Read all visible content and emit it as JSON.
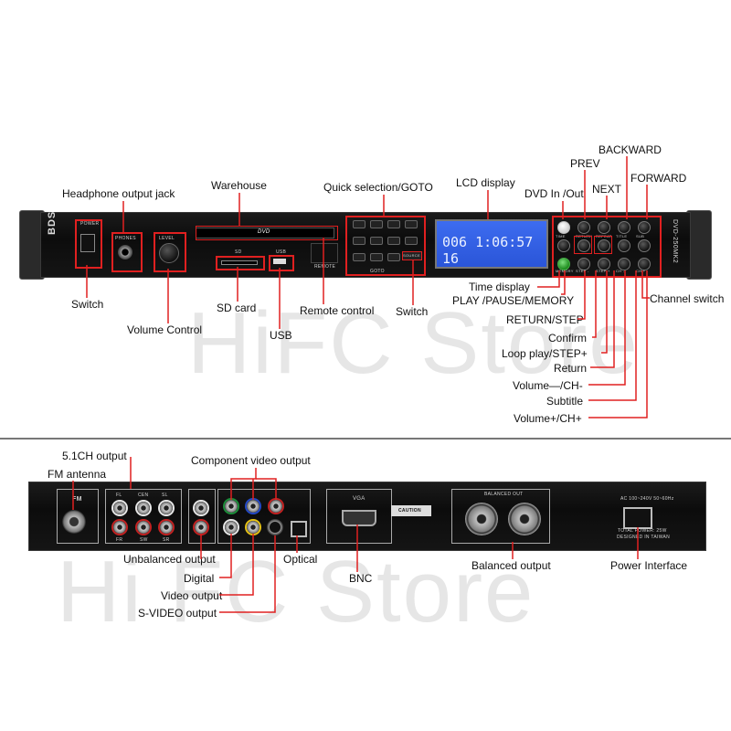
{
  "watermark": {
    "top": "HiFC Store",
    "bottom": "Hi FC Store"
  },
  "device": {
    "brand": "BDS",
    "model": "DVD-250MK2",
    "lcd_text": "006 1:06:57 16",
    "disc_label": "DVD"
  },
  "front_labels": {
    "headphone": "Headphone output jack",
    "warehouse": "Warehouse",
    "quick": "Quick selection/GOTO",
    "lcd": "LCD display",
    "dvd_in_out": "DVD In /Out",
    "prev": "PREV",
    "next": "NEXT",
    "backward": "BACKWARD",
    "forward": "FORWARD",
    "switch": "Switch",
    "volume_control": "Volume Control",
    "sd_card": "SD card",
    "usb": "USB",
    "remote": "Remote control",
    "switch2": "Switch",
    "time_display": "Time display",
    "play_pause": "PLAY /PAUSE/MEMORY",
    "return_step": "RETURN/STEP",
    "confirm": "Confirm",
    "loop_play": "Loop play/STEP+",
    "return": "Return",
    "volume_ch_minus": "Volume—/CH-",
    "subtitle": "Subtitle",
    "volume_ch_plus": "Volume+/CH+",
    "channel_switch": "Channel switch"
  },
  "panel_silk": {
    "power": "POWER",
    "phones": "PHONES",
    "level": "LEVEL",
    "sd": "SD",
    "usb": "USB",
    "remote": "REMOTE",
    "goto": "GOTO",
    "source": "SOURCE",
    "memory": "MEMORY",
    "step_minus": "STEP -",
    "step_plus": "STEP +",
    "ch_minus": "CH -",
    "ch_plus": "CH +",
    "return": "RETURN",
    "repeat": "REPEAT",
    "title": "TITLE",
    "sub": "SUB",
    "time": "TIME"
  },
  "rear_labels": {
    "ch51": "5.1CH output",
    "fm_antenna": "FM antenna",
    "component": "Component video output",
    "unbalanced": "Unbalanced output",
    "digital": "Digital",
    "video_output": "Video output",
    "svideo": "S-VIDEO output",
    "optical": "Optical",
    "bnc": "BNC",
    "balanced": "Balanced output",
    "power_interface": "Power Interface"
  },
  "rear_silk": {
    "fm": "FM",
    "fl": "FL",
    "cen": "CEN",
    "sl": "SL",
    "fr": "FR",
    "sw": "SW",
    "sr": "SR",
    "vga": "VGA",
    "balanced_out": "BALANCED OUT",
    "caution": "CAUTION",
    "designed": "DESIGNED IN TAIWAN",
    "total_power": "TOTAL POWER: 25W",
    "ac": "AC 100~240V 50~60Hz"
  },
  "colors": {
    "callout": "#e02020",
    "lcd": "#2f5fe6"
  }
}
